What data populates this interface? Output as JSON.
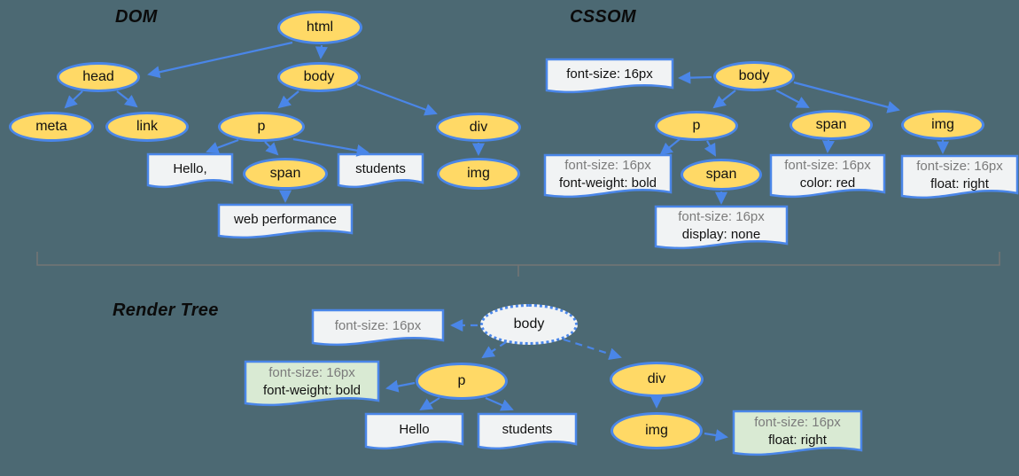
{
  "titles": {
    "dom": "DOM",
    "cssom": "CSSOM",
    "render": "Render Tree"
  },
  "colors": {
    "background": "#4C6973",
    "node_fill": "#FFD966",
    "node_stroke": "#4a86e8",
    "arrow": "#4a86e8",
    "box_fill": "#F1F3F4",
    "computed_box_fill": "#D9EAD3",
    "muted_text": "#7b7b7b",
    "divider": "#757575"
  },
  "dom": {
    "nodes": {
      "html": "html",
      "head": "head",
      "body": "body",
      "meta": "meta",
      "link": "link",
      "p": "p",
      "div": "div",
      "span": "span",
      "img": "img"
    },
    "text_nodes": {
      "hello": "Hello,",
      "students": "students",
      "web_performance": "web performance"
    }
  },
  "cssom": {
    "nodes": {
      "body": "body",
      "p": "p",
      "span": "span",
      "span_child": "span",
      "img": "img"
    },
    "boxes": {
      "body": [
        "font-size: 16px"
      ],
      "p": [
        "font-size: 16px",
        "font-weight: bold"
      ],
      "span_child": [
        "font-size: 16px",
        "display: none"
      ],
      "span": [
        "font-size: 16px",
        "color: red"
      ],
      "img": [
        "font-size: 16px",
        "float: right"
      ]
    }
  },
  "render": {
    "nodes": {
      "body": "body",
      "p": "p",
      "div": "div",
      "img": "img"
    },
    "text_nodes": {
      "hello": "Hello",
      "students": "students"
    },
    "boxes": {
      "body": [
        "font-size: 16px"
      ],
      "p": [
        "font-size: 16px",
        "font-weight: bold"
      ],
      "img": [
        "font-size: 16px",
        "float: right"
      ]
    }
  }
}
